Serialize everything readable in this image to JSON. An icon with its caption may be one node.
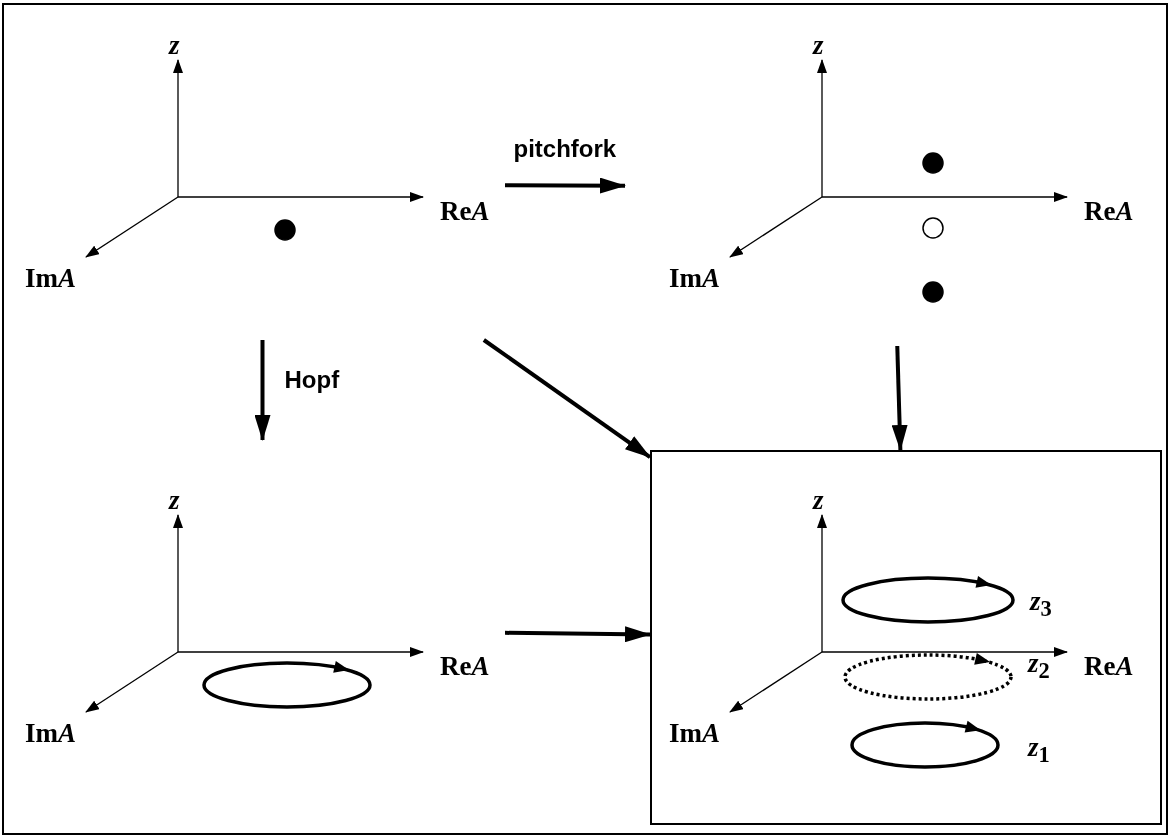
{
  "diagram": {
    "nodes": [
      {
        "text": [
          "z",
          "ReA",
          "ImA"
        ]
      },
      {
        "text": [
          "z",
          "ReA",
          "ImA"
        ]
      },
      {
        "text": [
          "z",
          "ReA",
          "ImA"
        ]
      },
      {
        "text": [
          "z",
          "ReA",
          "ImA",
          "*z*$_{3}$",
          "*z*$_{2}$",
          "*z*$_{1}$"
        ]
      }
    ],
    "edges": [
      {
        "from": 0,
        "to": 1,
        "arrow": "to",
        "label": "pitchfork"
      },
      {
        "from": 0,
        "to": 2,
        "arrow": "to",
        "label": "Hopf"
      },
      {
        "from": 0,
        "to": 3,
        "arrow": "to"
      },
      {
        "from": 1,
        "to": 3,
        "arrow": "to"
      },
      {
        "from": 2,
        "to": 3,
        "arrow": "to"
      }
    ]
  }
}
